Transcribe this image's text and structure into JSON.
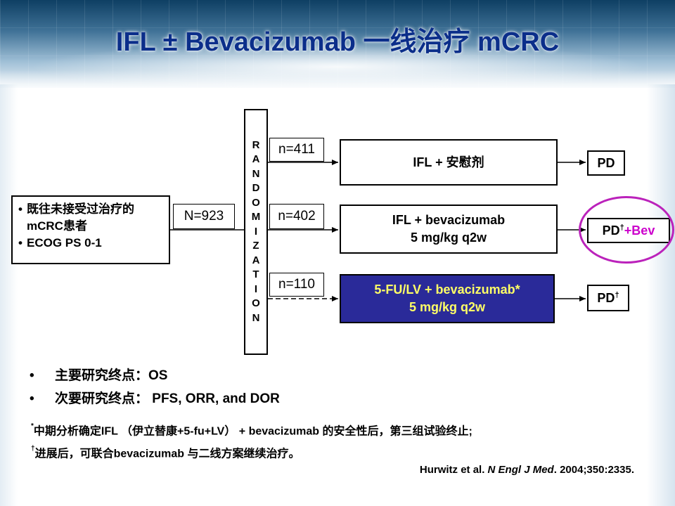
{
  "slide": {
    "title": "IFL ± Bevacizumab 一线治疗 mCRC"
  },
  "patients": {
    "items": [
      "既往未接受过治疗的mCRC患者",
      "ECOG PS 0-1"
    ]
  },
  "total_n": "N=923",
  "randomization_letters": [
    "R",
    "A",
    "N",
    "D",
    "O",
    "M",
    "I",
    "Z",
    "A",
    "T",
    "I",
    "O",
    "N"
  ],
  "arms": [
    {
      "n": "n=411",
      "line1": "IFL + 安慰剂",
      "line2": "",
      "outcome": "PD",
      "outcome_sup": "",
      "outcome_extra": ""
    },
    {
      "n": "n=402",
      "line1": "IFL + bevacizumab",
      "line2": "5 mg/kg q2w",
      "outcome": "PD",
      "outcome_sup": "†",
      "outcome_extra": "+Bev"
    },
    {
      "n": "n=110",
      "line1": "5-FU/LV + bevacizumab*",
      "line2": "5 mg/kg q2w",
      "outcome": "PD",
      "outcome_sup": "†",
      "outcome_extra": ""
    }
  ],
  "endpoints": {
    "primary": "主要研究终点：OS",
    "secondary": "次要研究终点： PFS, ORR, and DOR"
  },
  "footnotes": {
    "star_mark": "*",
    "star_text": "中期分析确定IFL （伊立替康+5-fu+LV） + bevacizumab 的安全性后，第三组试验终止;",
    "dagger_mark": "†",
    "dagger_text": "进展后，可联合bevacizumab 与二线方案继续治疗。"
  },
  "reference": {
    "authors": "Hurwitz et al. ",
    "journal": "N Engl J Med",
    "rest": ". 2004;350:2335."
  },
  "colors": {
    "title": "#0b2e8a",
    "arm3_fill": "#2a2a99",
    "arm3_text": "#ffff66",
    "highlight": "#cc00cc"
  }
}
